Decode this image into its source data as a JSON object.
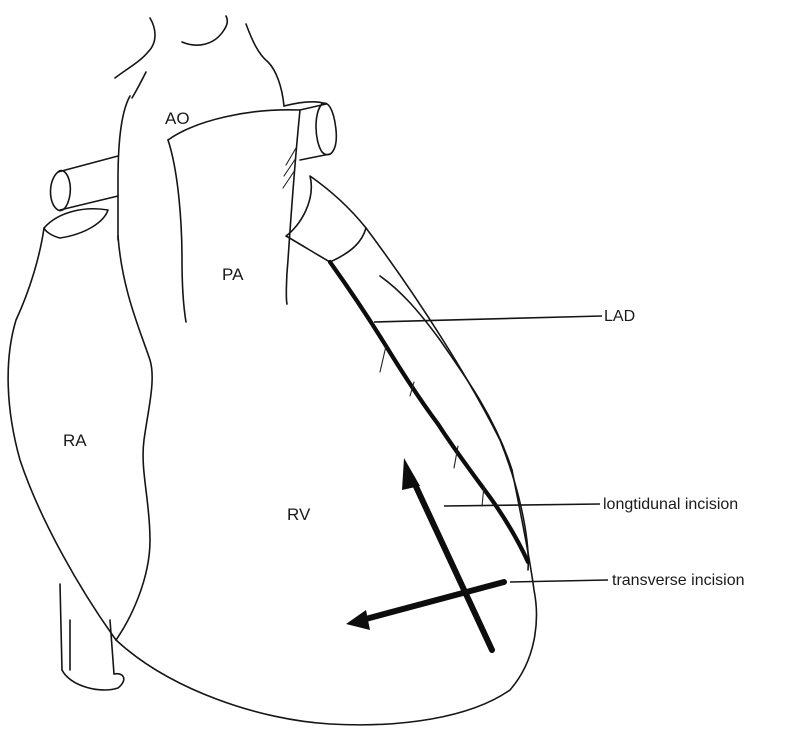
{
  "diagram": {
    "chambers": {
      "ao": "AO",
      "pa": "PA",
      "ra": "RA",
      "rv": "RV"
    },
    "callouts": {
      "lad": "LAD",
      "longitudinal": "longtidunal incision",
      "transverse": "transverse incision"
    }
  }
}
